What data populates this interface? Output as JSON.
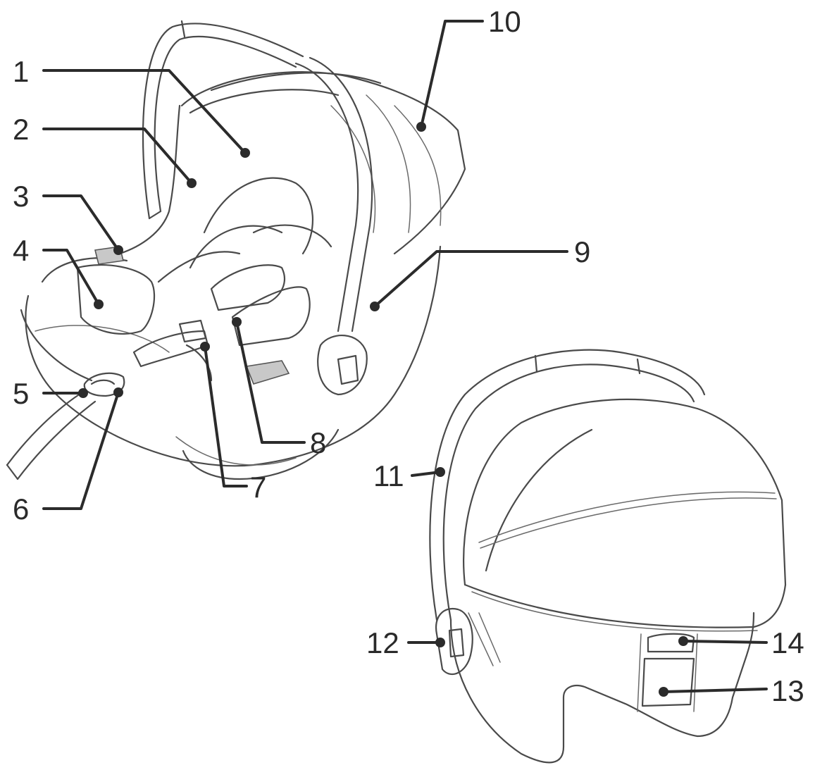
{
  "callouts": [
    {
      "id": "1",
      "text": "1"
    },
    {
      "id": "2",
      "text": "2"
    },
    {
      "id": "3",
      "text": "3"
    },
    {
      "id": "4",
      "text": "4"
    },
    {
      "id": "5",
      "text": "5"
    },
    {
      "id": "6",
      "text": "6"
    },
    {
      "id": "7",
      "text": "7"
    },
    {
      "id": "8",
      "text": "8"
    },
    {
      "id": "9",
      "text": "9"
    },
    {
      "id": "10",
      "text": "10"
    },
    {
      "id": "11",
      "text": "11"
    },
    {
      "id": "12",
      "text": "12"
    },
    {
      "id": "13",
      "text": "13"
    },
    {
      "id": "14",
      "text": "14"
    }
  ],
  "colors": {
    "line": "#2b2b2b",
    "artwork": "#4a4a4a",
    "shading": "#c8c8c8",
    "background": "#ffffff"
  }
}
